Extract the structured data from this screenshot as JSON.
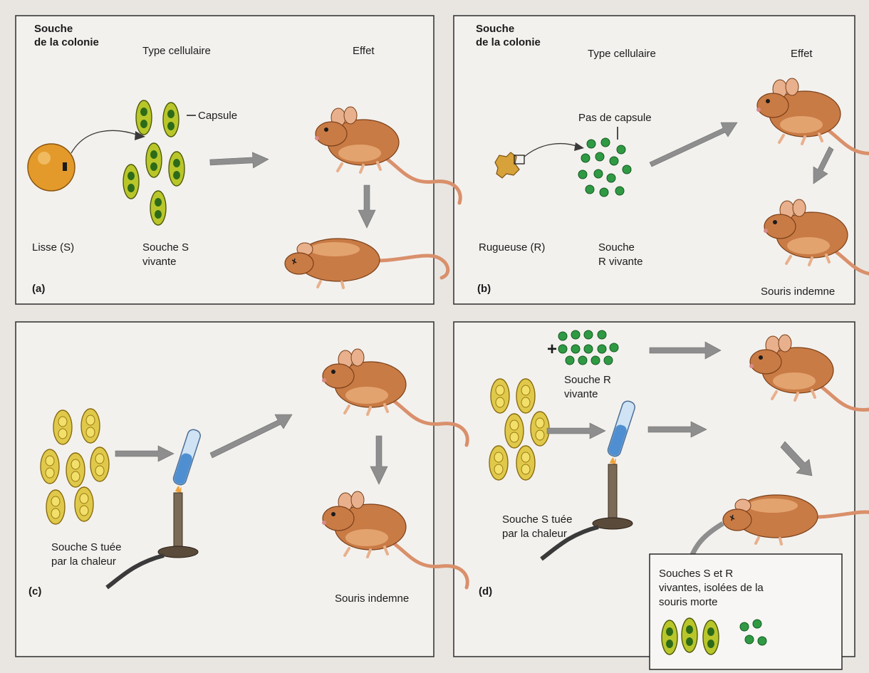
{
  "panels": {
    "a": {
      "tag": "(a)",
      "header_strain": [
        "Souche",
        "de la colonie"
      ],
      "header_celltype": "Type cellulaire",
      "header_effect": "Effet",
      "capsule_label": "Capsule",
      "colony_label": "Lisse (S)",
      "cells_label": [
        "Souche S",
        "vivante"
      ]
    },
    "b": {
      "tag": "(b)",
      "header_strain": [
        "Souche",
        "de la colonie"
      ],
      "header_celltype": "Type cellulaire",
      "header_effect": "Effet",
      "no_capsule_label": "Pas de capsule",
      "colony_label": "Rugueuse (R)",
      "cells_label": [
        "Souche",
        "R vivante"
      ],
      "result_label": "Souris indemne"
    },
    "c": {
      "tag": "(c)",
      "cells_label": [
        "Souche S tuée",
        "par la chaleur"
      ],
      "result_label": "Souris indemne"
    },
    "d": {
      "tag": "(d)",
      "plus": "+",
      "live_label": [
        "Souche R",
        "vivante"
      ],
      "dead_label": [
        "Souche S tuée",
        "par la chaleur"
      ],
      "result_box": [
        "Souches S et R",
        "vivantes, isolées de la",
        "souris morte"
      ]
    }
  },
  "colors": {
    "capsule_cell": "#b9c62a",
    "heat_killed_cell": "#e0c94a",
    "rough_cell": "#2f9a43",
    "mouse": "#c97b45",
    "arrow": "#8e8e8e"
  },
  "icons": [
    "mouse-icon",
    "bacterium-icon",
    "test-tube-icon",
    "bunsen-burner-icon",
    "colony-icon"
  ]
}
